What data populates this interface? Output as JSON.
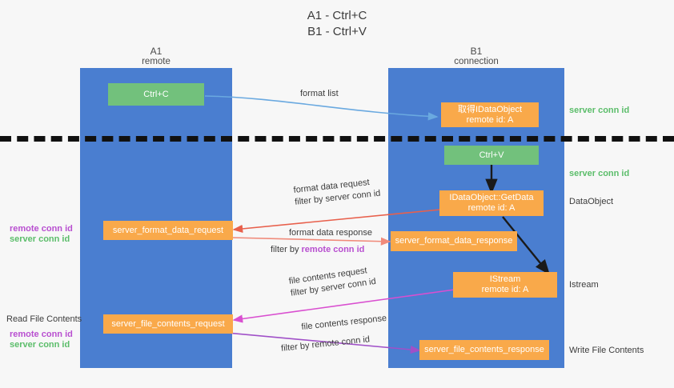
{
  "title": {
    "line1": "A1 - Ctrl+C",
    "line2": "B1 - Ctrl+V"
  },
  "columns": {
    "left": {
      "name": "A1",
      "role": "remote"
    },
    "right": {
      "name": "B1",
      "role": "connection"
    }
  },
  "boxes": {
    "ctrl_c": "Ctrl+C",
    "ctrl_v": "Ctrl+V",
    "idataobject": {
      "line1": "取得IDataObject",
      "line2": "remote id: A"
    },
    "getdata": {
      "line1": "IDataObject::GetData",
      "line2": "remote id: A"
    },
    "istream": {
      "line1": "IStream",
      "line2": "remote id: A"
    },
    "server_format_data_request": "server_format_data_request",
    "server_format_data_response": "server_format_data_response",
    "server_file_contents_request": "server_file_contents_request",
    "server_file_contents_response": "server_file_contents_response"
  },
  "arrow_labels": {
    "format_list": "format list",
    "format_data_request": "format data request",
    "format_data_request_filter_prefix": "filter by ",
    "format_data_request_filter_value": "server conn id",
    "format_data_response": "format data response",
    "format_data_response_filter_prefix": "filter by ",
    "format_data_response_filter_value": "remote conn id",
    "file_contents_request": "file contents request",
    "file_contents_request_filter_prefix": "filter by ",
    "file_contents_request_filter_value": "server conn id",
    "file_contents_response": "file contents response",
    "file_contents_response_filter_prefix": "filter by ",
    "file_contents_response_filter_value": "remote conn id"
  },
  "side_labels": {
    "right_server_conn_id_top": "server conn id",
    "right_server_conn_id_mid": "server conn id",
    "right_dataobject": "DataObject",
    "right_istream": "Istream",
    "right_write_file_contents": "Write File Contents",
    "left_remote_conn_id_1": "remote conn id",
    "left_server_conn_id_1": "server conn id",
    "left_read_file_contents": "Read File Contents",
    "left_remote_conn_id_2": "remote conn id",
    "left_server_conn_id_2": "server conn id"
  },
  "colors": {
    "lane": "#4a7ed0",
    "green_box": "#72c17c",
    "orange_box": "#f9a94a",
    "green_text": "#5bbd6a",
    "purple_text": "#b84fd0",
    "blue_arrow": "#6aa9e0",
    "red_arrow": "#e8604c",
    "salmon_arrow": "#f08a7a",
    "magenta_arrow": "#d94fd0",
    "purple_arrow": "#a050c8",
    "dark_arrow": "#1a1a1a",
    "background": "#f7f7f7"
  }
}
